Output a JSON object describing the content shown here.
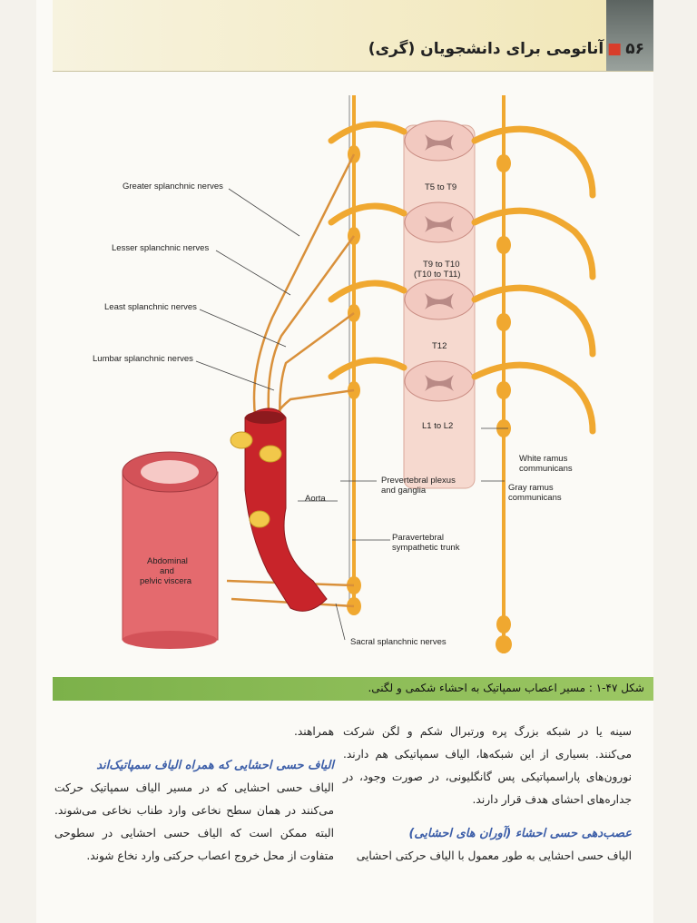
{
  "header": {
    "page_number": "۵۶",
    "book_title": "آناتومی برای دانشجویان (گری)"
  },
  "figure": {
    "labels": {
      "greater": "Greater splanchnic nerves",
      "lesser": "Lesser splanchnic nerves",
      "least": "Least splanchnic nerves",
      "lumbar": "Lumbar splanchnic nerves",
      "t5_t9": "T5 to T9",
      "t9_t10": "T9 to T10",
      "t10_t11": "(T10 to T11)",
      "t12": "T12",
      "l1_l2": "L1 to L2",
      "white_ramus_1": "White ramus",
      "white_ramus_2": "communicans",
      "gray_ramus_1": "Gray ramus",
      "gray_ramus_2": "communicans",
      "prevertebral_1": "Prevertebral plexus",
      "prevertebral_2": "and ganglia",
      "aorta": "Aorta",
      "paravertebral_1": "Paravertebral",
      "paravertebral_2": "sympathetic trunk",
      "abdominal_1": "Abdominal",
      "abdominal_2": "and",
      "abdominal_3": "pelvic viscera",
      "sacral": "Sacral splanchnic nerves"
    }
  },
  "caption": "شکل ۴۷-۱ : مسیر اعصاب سمپاتیک به احشاء شکمی و لگنی.",
  "right_column": {
    "p1": "سینه یا در شبکه بزرگ پره ورتبرال شکم و لگن شرکت می‌کنند. بسیاری از این شبکه‌ها، الیاف سمپاتیکی هم دارند. نورون‌های پاراسمپاتیکی پس گانگلیونی، در صورت وجود، در جداره‌های احشای هدف قرار دارند.",
    "heading": "عصب‌دهی حسی احشاء (آوران های احشایی)",
    "p2": "الیاف حسی احشایی به طور معمول با الیاف حرکتی احشایی"
  },
  "left_column": {
    "p0": "همراهند.",
    "heading": "الیاف حسی احشایی که همراه الیاف سمپاتیک‌اند",
    "p1": "الیاف حسی احشایی که در مسیر الیاف سمپاتیک حرکت می‌کنند در همان سطح نخاعی وارد طناب نخاعی می‌شوند. البته ممکن است که الیاف حسی احشایی در سطوحی متفاوت از محل خروج اعصاب حرکتی وارد نخاع شوند."
  },
  "colors": {
    "nerve": "#f0a830",
    "aorta": "#c8242a",
    "viscera": "#e46a6e",
    "spinal_cord": "#f2c9c0",
    "caption_bar": "#8dbb56",
    "heading": "#3c5ea8"
  }
}
